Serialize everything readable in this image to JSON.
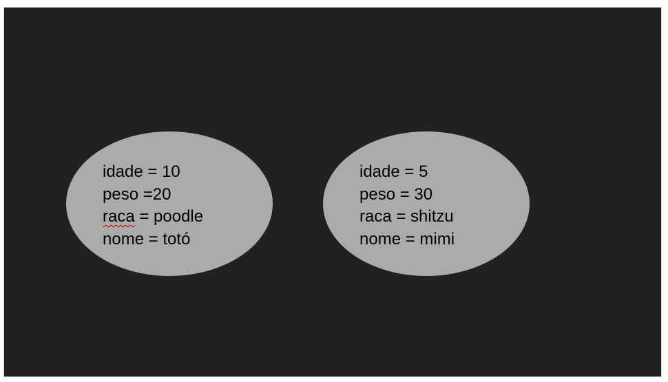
{
  "objects": [
    {
      "lines": [
        "idade = 10",
        "peso =20",
        "raca = poodle",
        "nome = totó"
      ],
      "spell_flag_word": "raca",
      "spell_flag_rest": " = poodle"
    },
    {
      "lines": [
        "idade = 5",
        "peso = 30",
        "raca = shitzu",
        "nome = mimi"
      ]
    }
  ],
  "colors": {
    "background": "#212121",
    "ellipse_fill": "#ababab",
    "text": "#000000",
    "spellcheck_underline": "#cc0000"
  }
}
